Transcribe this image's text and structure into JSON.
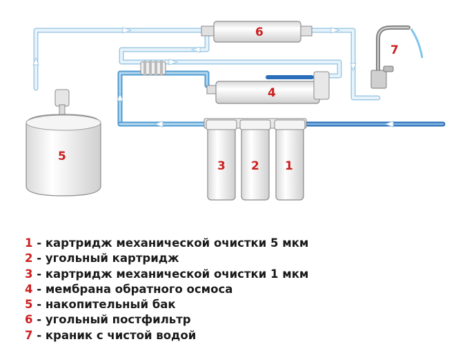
{
  "diagram": {
    "labels": {
      "filter_1": "1",
      "filter_2": "2",
      "filter_3": "3",
      "membrane": "4",
      "tank": "5",
      "postfilter": "6",
      "faucet": "7"
    }
  },
  "legend": [
    {
      "num": "1",
      "text": " - картридж механической очистки 5 мкм"
    },
    {
      "num": "2",
      "text": " - угольный картридж"
    },
    {
      "num": "3",
      "text": " - картридж механической очистки 1 мкм"
    },
    {
      "num": "4",
      "text": " - мембрана обратного осмоса"
    },
    {
      "num": "5",
      "text": " - накопительный бак"
    },
    {
      "num": "6",
      "text": " - угольный постфильтр"
    },
    {
      "num": "7",
      "text": " - краник с чистой водой"
    }
  ],
  "colors": {
    "pipe_light": "#d6ecf7",
    "pipe_blue": "#5aa5d6",
    "pipe_dark": "#2a6db8",
    "label_red": "#cc1f1f",
    "housing_fill": "#f2f2f2",
    "outline": "#9a9a9a"
  }
}
